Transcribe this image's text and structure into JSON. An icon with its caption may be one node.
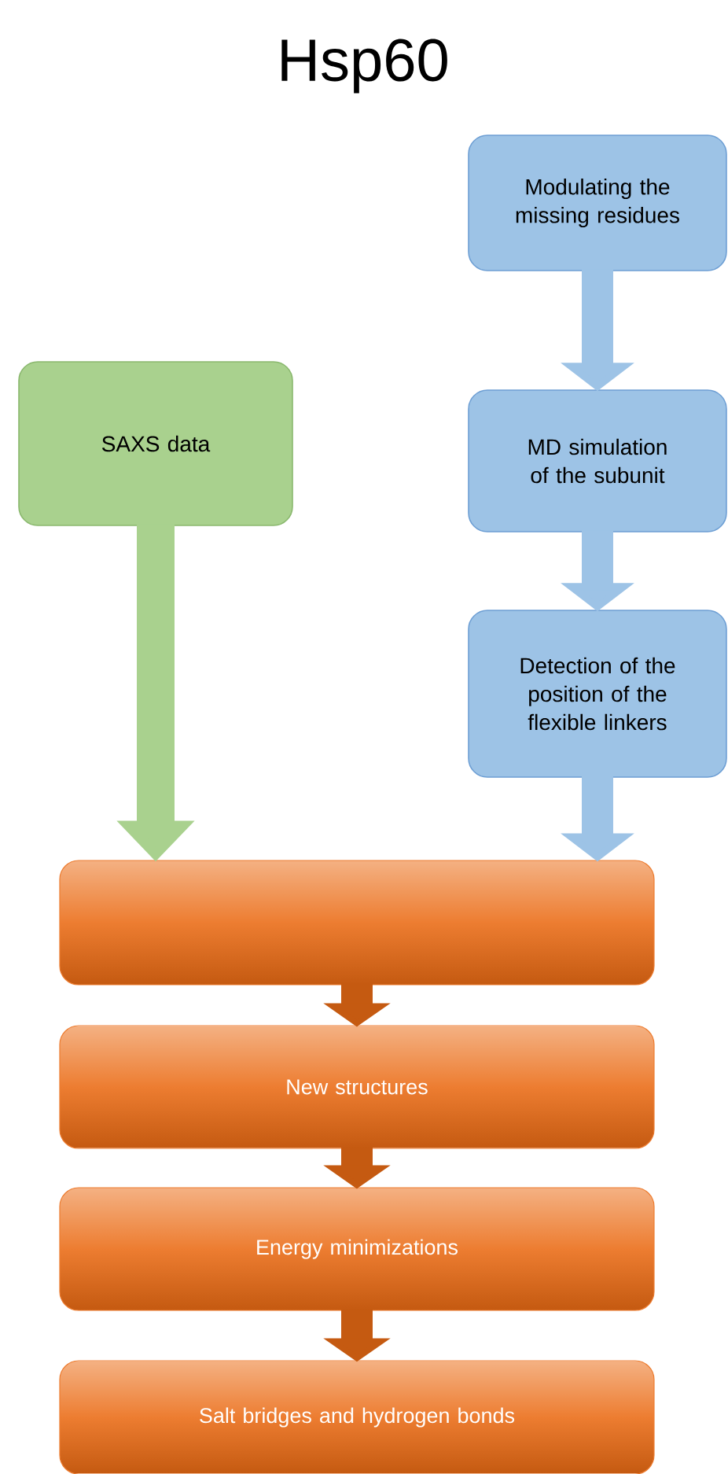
{
  "diagram": {
    "title": "Hsp60",
    "nodes": [
      {
        "text": [
          "Modulating the missing residues"
        ]
      },
      {
        "text": [
          "SAXS data"
        ]
      },
      {
        "text": [
          "MD simulation of the subunit"
        ]
      },
      {
        "text": [
          "Detection of the position of the flexible linkers"
        ]
      },
      {
        "text": [],
        "shape": "box"
      },
      {
        "text": [
          "New structures"
        ]
      },
      {
        "text": [
          "Energy minimizations"
        ]
      },
      {
        "text": [
          "Salt bridges and hydrogen bonds"
        ]
      }
    ],
    "edges": [
      {
        "from": 0,
        "to": 2,
        "arrow": "to",
        "color": "#9dc3e6"
      },
      {
        "from": 2,
        "to": 3,
        "arrow": "to",
        "color": "#9dc3e6"
      },
      {
        "from": 3,
        "to": 4,
        "arrow": "to",
        "color": "#9dc3e6"
      },
      {
        "from": 1,
        "to": 4,
        "arrow": "to",
        "color": "#a9d18e"
      },
      {
        "from": 4,
        "to": 5,
        "arrow": "to",
        "color": "#c55a11"
      },
      {
        "from": 5,
        "to": 6,
        "arrow": "to",
        "color": "#c55a11"
      },
      {
        "from": 6,
        "to": 7,
        "arrow": "to",
        "color": "#c55a11"
      }
    ]
  }
}
